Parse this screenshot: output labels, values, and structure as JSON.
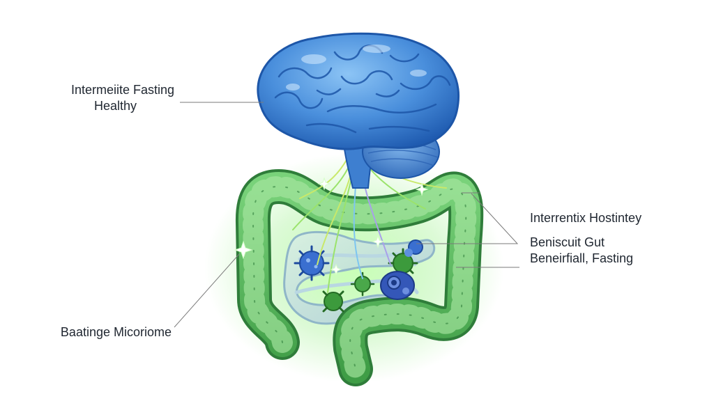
{
  "labels": {
    "top_left": {
      "line1": "Intermeiite Fasting",
      "line2": "Healthy"
    },
    "bottom_left": {
      "line1": "Baatinge Micoriome"
    },
    "right_top": {
      "line1": "Interrentix Hostintey"
    },
    "right_middle": {
      "line1": "Beniscuit Gut",
      "line2": "Beneirfiall, Fasting"
    }
  },
  "colors": {
    "background": "#ffffff",
    "brain": "#3f86d6",
    "brain_dark": "#1d56a8",
    "colon": "#5fbf63",
    "colon_dark": "#2f7d3a",
    "glow": "#8cf07e",
    "nerves": [
      "#9be36b",
      "#c9e96a",
      "#a9a0ea",
      "#7ec6f0"
    ],
    "microbe_blue": "#3a6fd0",
    "microbe_green": "#3c9a3c",
    "leader_line": "#7a7a7a",
    "text": "#1f2630"
  }
}
